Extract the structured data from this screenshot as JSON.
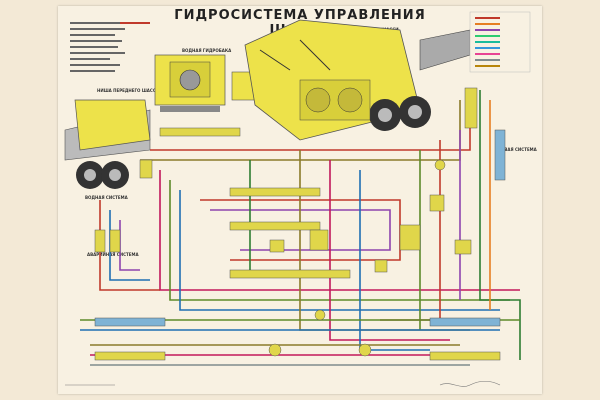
{
  "poster": {
    "title": "ГИДРОСИСТЕМА УПРАВЛЕНИЯ ШАССИ",
    "labels": {
      "front_gear": "НИША ПЕРЕДНЕГО ШАССИ",
      "hydraulic_tank": "ВОДНАЯ ГИДРОБАКА",
      "main_gear": "НИША ОСНОВНОГО ШАССИ",
      "main_system": "ВОДНАЯ СИСТЕМА",
      "emergency_system": "АВАРИЙНАЯ СИСТЕМА",
      "right_label": "ПРАВАЯ СИСТЕМА"
    },
    "legend_colors": [
      "#c0392b",
      "#e67e22",
      "#8e44ad",
      "#2ecc71",
      "#1abc9c",
      "#3498db",
      "#e84393",
      "#7f8c8d",
      "#b8860b",
      "#16a085"
    ],
    "colors": {
      "paper": "#f8f1e2",
      "yellow_parts": "#ede24a",
      "pipe_red": "#c0392b",
      "pipe_green": "#5d8a2a",
      "pipe_blue": "#1f6fb2",
      "pipe_magenta": "#c2185b",
      "pipe_olive": "#8a7a2a"
    }
  }
}
